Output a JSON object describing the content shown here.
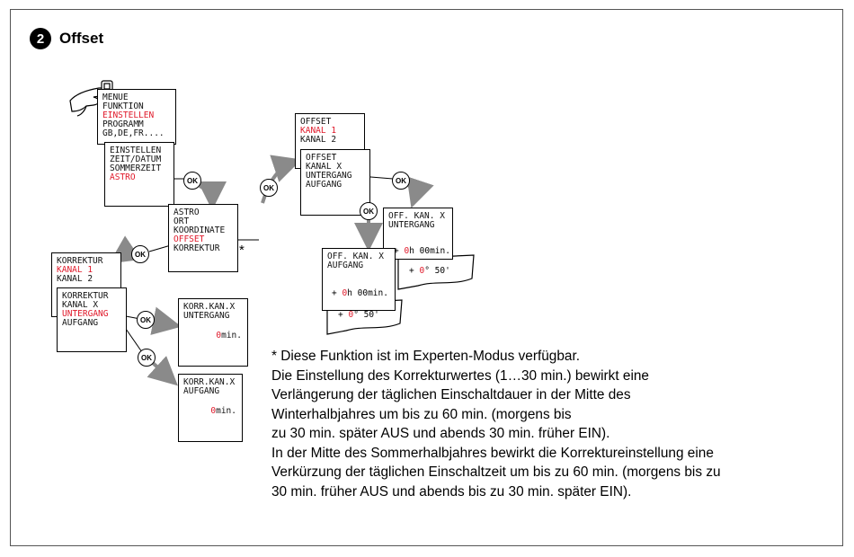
{
  "section": {
    "number": "2",
    "title": "Offset"
  },
  "ok_label": "OK",
  "menu": {
    "l1": "MENUE",
    "l2": "FUNKTION",
    "l3": "EINSTELLEN",
    "l4": "PROGRAMM",
    "l5": "GB,DE,FR...."
  },
  "einstellen": {
    "l1": "EINSTELLEN",
    "l2": "ZEIT/DATUM",
    "l3": "SOMMERZEIT",
    "l4": "ASTRO"
  },
  "astro": {
    "l1": "ASTRO",
    "l2": "ORT",
    "l3": "KOORDINATE",
    "l4": "OFFSET",
    "l5": "KORREKTUR"
  },
  "korrektur": {
    "l1": "KORREKTUR",
    "l2": "KANAL 1",
    "l3": "KANAL 2"
  },
  "korrektur_x": {
    "l1": "KORREKTUR",
    "l2": "KANAL X",
    "l3": "UNTERGANG",
    "l4": "AUFGANG"
  },
  "korr_untergang": {
    "l1": "KORR.KAN.X",
    "l2": "UNTERGANG",
    "value": "0",
    "unit": "min."
  },
  "korr_aufgang": {
    "l1": "KORR.KAN.X",
    "l2": "AUFGANG",
    "value": "0",
    "unit": "min."
  },
  "offset": {
    "l1": "OFFSET",
    "l2": "KANAL 1",
    "l3": "KANAL 2"
  },
  "offset_x": {
    "l1": "OFFSET",
    "l2": "KANAL X",
    "l3": "UNTERGANG",
    "l4": "AUFGANG"
  },
  "off_untergang": {
    "l1": "OFF. KAN. X",
    "l2": "UNTERGANG",
    "row1_sign": "+",
    "row1_val": "0",
    "row1_rest": "h 00min.",
    "row2_sign": "+",
    "row2_val": "0",
    "row2_rest": "° 50'"
  },
  "off_aufgang": {
    "l1": "OFF. KAN. X",
    "l2": "AUFGANG",
    "row1_sign": "+",
    "row1_val": "0",
    "row1_rest": "h 00min.",
    "row2_sign": "+",
    "row2_val": "0",
    "row2_rest": "° 50'"
  },
  "asterisk": "*",
  "footnote": [
    "* Diese Funktion ist im Experten-Modus verfügbar.",
    "Die Einstellung des Korrekturwertes (1…30 min.) bewirkt eine",
    "Verlängerung der täglichen Einschaltdauer in der Mitte des",
    "Winterhalbjahres um bis zu 60 min. (morgens bis",
    "zu 30 min. später AUS und abends 30 min. früher EIN).",
    "In der Mitte des Sommerhalbjahres bewirkt die Korrektureinstellung eine",
    "Verkürzung der täglichen Einschaltzeit um bis zu 60 min. (morgens bis zu",
    "30 min. früher AUS und abends bis zu 30 min. später EIN)."
  ],
  "colors": {
    "highlight": "#e0192a",
    "arrow": "#8a8a8a"
  }
}
